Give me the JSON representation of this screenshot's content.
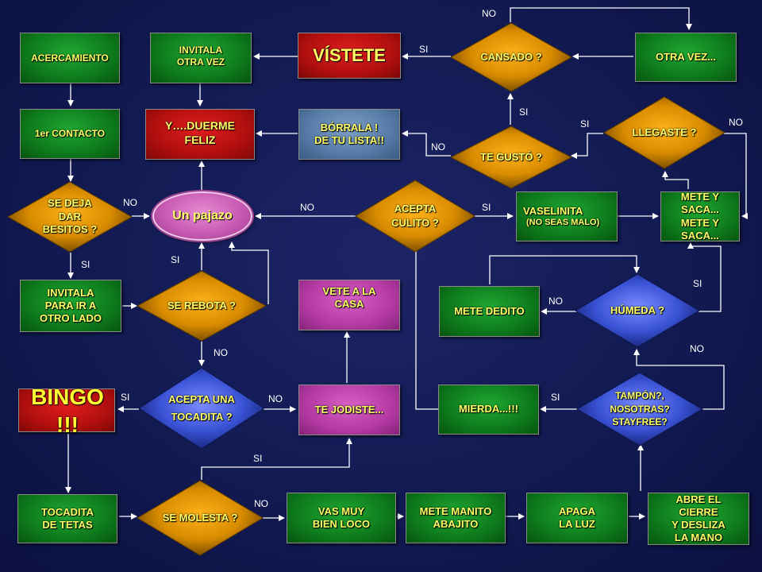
{
  "boxes": {
    "acercamiento": "ACERCAMIENTO",
    "invitala_otra_vez": "INVITALA\nOTRA VEZ",
    "vistete": "VÍSTETE",
    "otra_vez": "OTRA VEZ...",
    "primer_contacto": "1er CONTACTO",
    "duerme_feliz": "Y….DUERME\nFELIZ",
    "borrala": "BÓRRALA !\nDE TU LISTA!!",
    "un_pajazo": "Un pajazo",
    "vaselinita": "VASELINITA",
    "vaselinita_sub": "(NO SEAS MALO)",
    "mete_y_saca": "METE Y SACA...\nMETE Y SACA...",
    "invitala_otro_lado": "INVITALA\nPARA IR A\nOTRO LADO",
    "vete_a_la_casa": "VETE A LA\nCASA",
    "mete_dedito": "METE DEDITO",
    "bingo": "BINGO !!!",
    "te_jodiste": "TE JODISTE...",
    "mierda": "MIERDA...!!!",
    "tocadita_de_tetas": "TOCADITA\nDE TETAS",
    "vas_muy_bien_loco": "VAS MUY\nBIEN LOCO",
    "mete_manito_abajito": "METE MANITO\nABAJITO",
    "apaga_la_luz": "APAGA\nLA LUZ",
    "abre_el_cierre": "ABRE EL\nCIERRE\nY DESLIZA\nLA MANO"
  },
  "diamonds": {
    "cansado": "CANSADO ?",
    "llegaste": "LLEGASTE ?",
    "te_gusto": "TE GUSTÓ ?",
    "se_deja_dar_besitos": "SE DEJA\nDAR\nBESITOS ?",
    "acepta_culito": "ACEPTA\nCULITO ?",
    "se_rebota": "SE REBOTA ?",
    "humeda": "HÚMEDA ?",
    "acepta_una_tocadita": "ACEPTA UNA\nTOCADITA ?",
    "tampon": "TAMPÓN?,\nNOSOTRAS?\nSTAYFREE?",
    "se_molesta": "SE MOLESTA ?"
  },
  "edge_labels": {
    "cansado_no": "NO",
    "cansado_si": "SI",
    "te_gusto_si": "SI",
    "te_gusto_no": "NO",
    "llegaste_si": "SI",
    "llegaste_no": "NO",
    "besitos_no": "NO",
    "besitos_si": "SI",
    "culito_no": "NO",
    "culito_si": "SI",
    "rebota_si": "SI",
    "rebota_no": "NO",
    "humeda_no": "NO",
    "humeda_si": "SI",
    "humeda_no2": "NO",
    "tocadita_si": "SI",
    "tocadita_no": "NO",
    "tampon_si": "SI",
    "molesta_si": "SI",
    "molesta_no": "NO"
  },
  "colors": {
    "background": "#121a52",
    "connector": "#ffffff",
    "text": "#ffff66",
    "green_box": "#0e7a1c",
    "red_box": "#b20f0f",
    "pink_box": "#b53aa3",
    "steel_box": "#557aa6",
    "diamond": "#d98c00"
  }
}
